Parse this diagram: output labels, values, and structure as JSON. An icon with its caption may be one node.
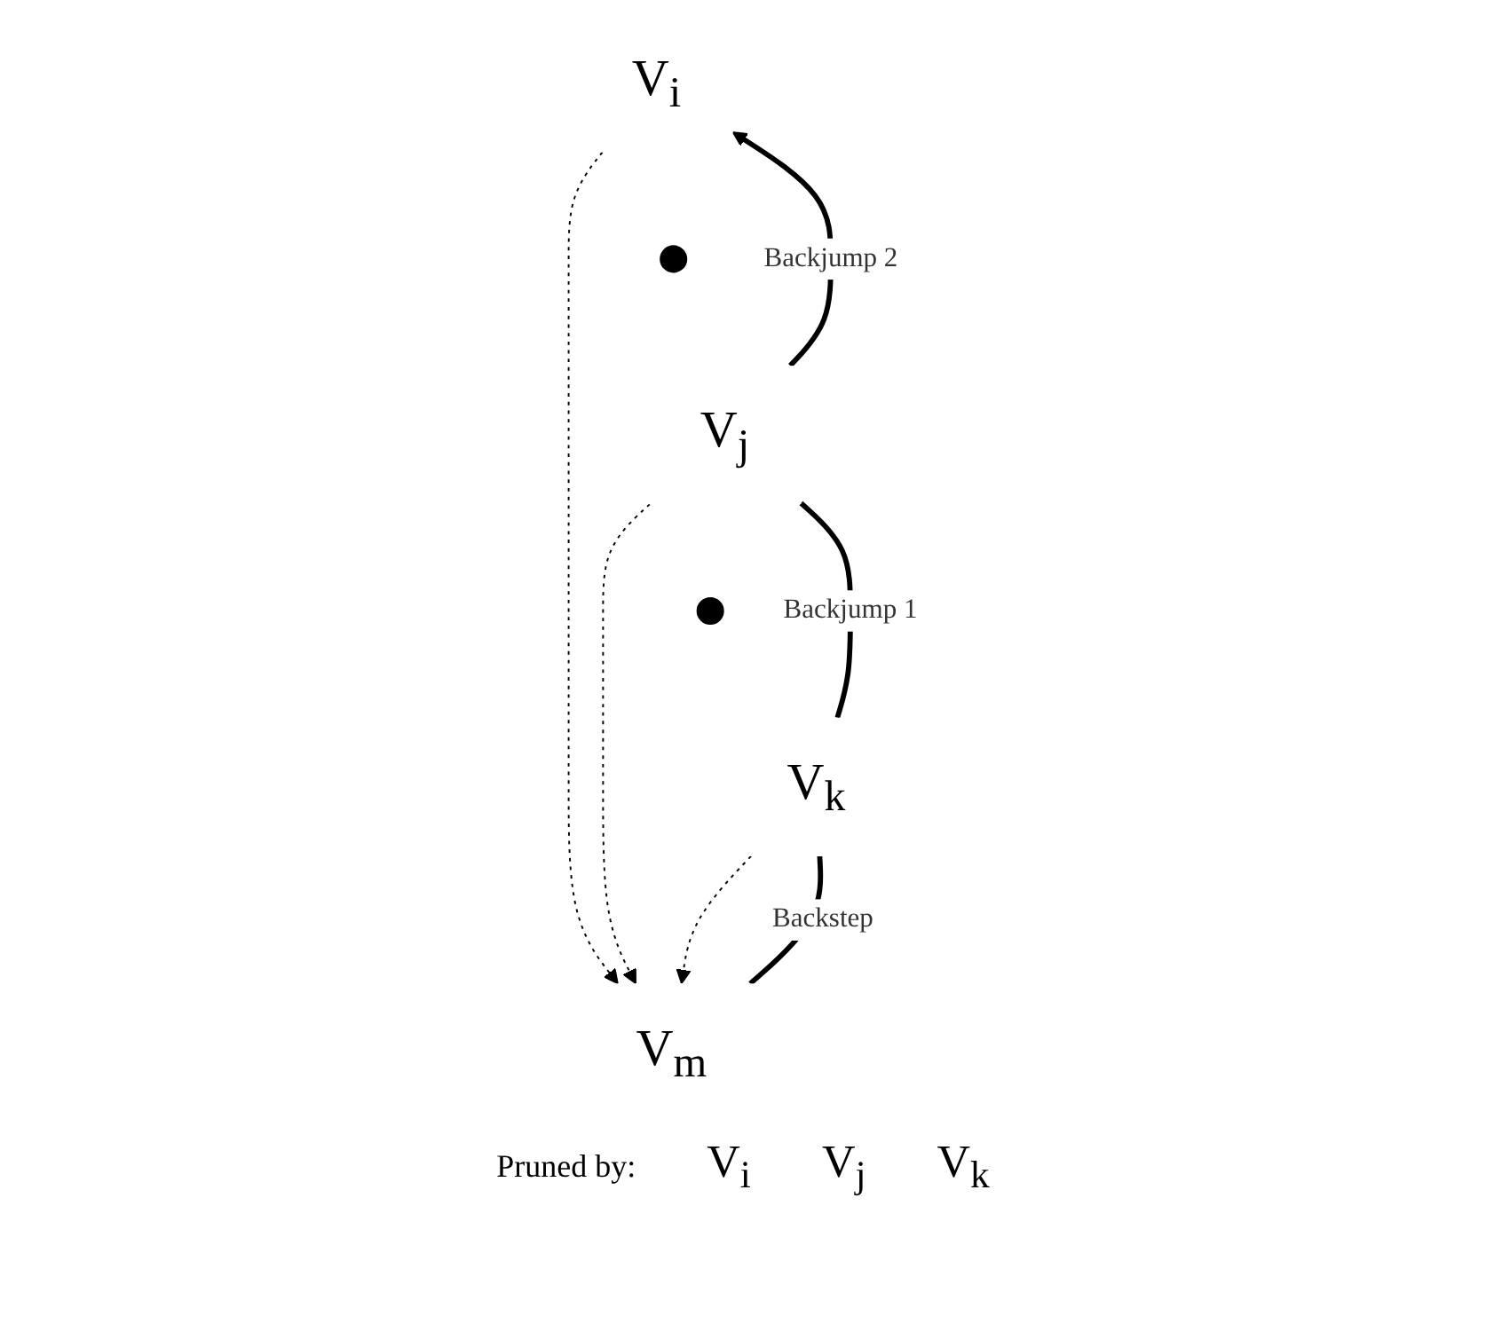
{
  "diagram": {
    "nodes": [
      {
        "text": [
          "V$_{i}$"
        ]
      },
      {
        "text": [],
        "shape": "circle"
      },
      {
        "text": [
          "V$_{j}$"
        ]
      },
      {
        "text": [],
        "shape": "circle"
      },
      {
        "text": [
          "V$_{k}$"
        ]
      },
      {
        "text": [
          "V$_{m}$"
        ]
      }
    ],
    "edges": [
      {
        "from": 5,
        "to": 4,
        "arrow": "none",
        "label": "Backstep",
        "style": "thick"
      },
      {
        "from": 4,
        "to": 2,
        "arrow": "none",
        "label": "Backjump 1",
        "style": "thick"
      },
      {
        "from": 2,
        "to": 0,
        "arrow": "to",
        "label": "Backjump 2",
        "style": "thick"
      },
      {
        "from": 0,
        "to": 5,
        "arrow": "to",
        "style": "dashed"
      },
      {
        "from": 2,
        "to": 5,
        "arrow": "to",
        "style": "dashed"
      },
      {
        "from": 4,
        "to": 5,
        "arrow": "to",
        "style": "dashed"
      }
    ],
    "labels": [
      "Pruned by:",
      "V$_{i}$",
      "V$_{j}$",
      "V$_{k}$"
    ]
  }
}
